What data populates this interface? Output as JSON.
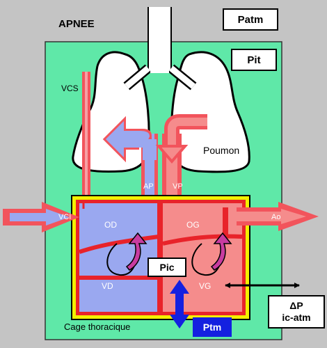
{
  "title": "APNEE",
  "boxes": {
    "patm": "Patm",
    "pit": "Pit",
    "pic": "Pic",
    "ptm": "Ptm",
    "delta_p_line1": "ΔP",
    "delta_p_line2": "ic-atm"
  },
  "labels": {
    "vcs": "VCS",
    "vci": "VCI",
    "ap": "AP",
    "vp": "VP",
    "od": "OD",
    "og": "OG",
    "vd": "VD",
    "vg": "VG",
    "ao": "Ao",
    "poumon": "Poumon",
    "cage": "Cage thoracique"
  },
  "colors": {
    "background": "#c4c4c4",
    "thorax": "#5fe8a8",
    "right_heart": "#9aa8f0",
    "left_heart": "#f58c8c",
    "vessel": "#f2545c",
    "pericardium_yellow": "#f3f000",
    "pericardium_red": "#e8232a",
    "flow_arrow": "#c83ca0",
    "ptm_arrow": "#1420e0"
  }
}
